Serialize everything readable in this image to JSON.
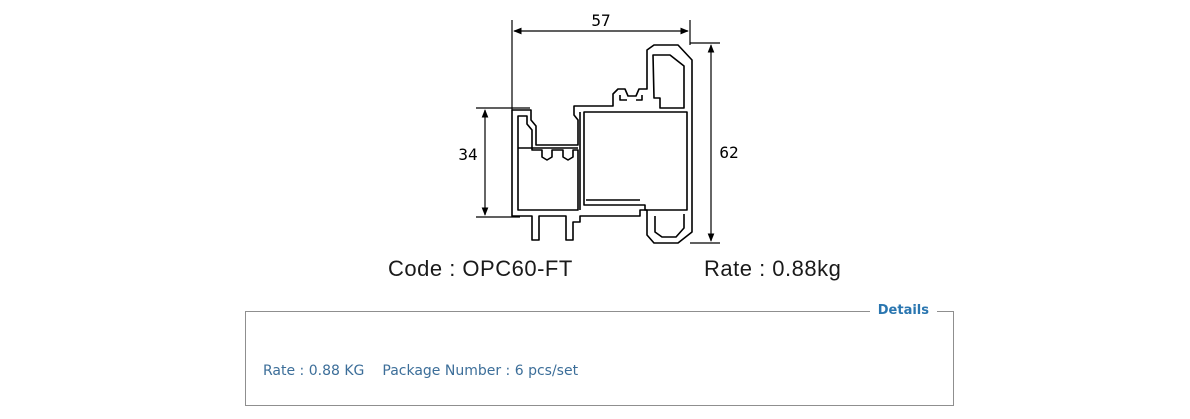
{
  "drawing": {
    "dimension_width": "57",
    "dimension_left": "34",
    "dimension_height": "62"
  },
  "caption": {
    "code": "Code : OPC60-FT",
    "rate": "Rate : 0.88kg"
  },
  "details": {
    "legend": "Details",
    "rate": "Rate : 0.88 KG",
    "package": "Package Number : 6 pcs/set"
  },
  "colors": {
    "accent": "#2a76b0",
    "detail_text": "#3c6e99",
    "border": "#8f8f8f",
    "drawing": "#000000"
  }
}
